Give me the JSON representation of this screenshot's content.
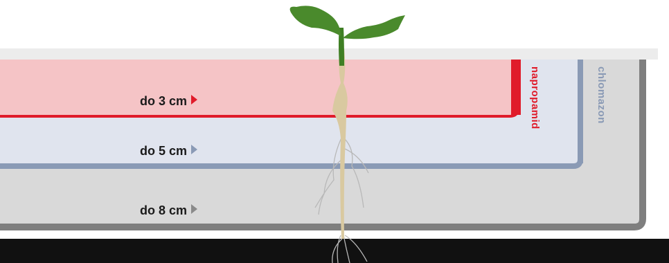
{
  "layers": [
    {
      "label": "do 3 cm",
      "color": "#f5c4c6",
      "line_color": "#e01b2a",
      "arrow_color": "#e01b2a"
    },
    {
      "label": "do 5 cm",
      "color": "#e0e4ee",
      "line_color": "#8a9ab5",
      "arrow_color": "#8a9ab5"
    },
    {
      "label": "do 8 cm",
      "color": "#d9d9d9",
      "line_color": "#7f7f7f",
      "arrow_color": "#8a8a8a"
    }
  ],
  "substances": [
    {
      "name": "napropamid",
      "color": "#e01b2a"
    },
    {
      "name": "chlomazon",
      "color": "#8a9ab5"
    }
  ],
  "colors": {
    "surface": "#ececec",
    "ground_shadow": "#111111",
    "seedling_leaf": "#4a8a2c",
    "root": "#d9c9a0"
  }
}
